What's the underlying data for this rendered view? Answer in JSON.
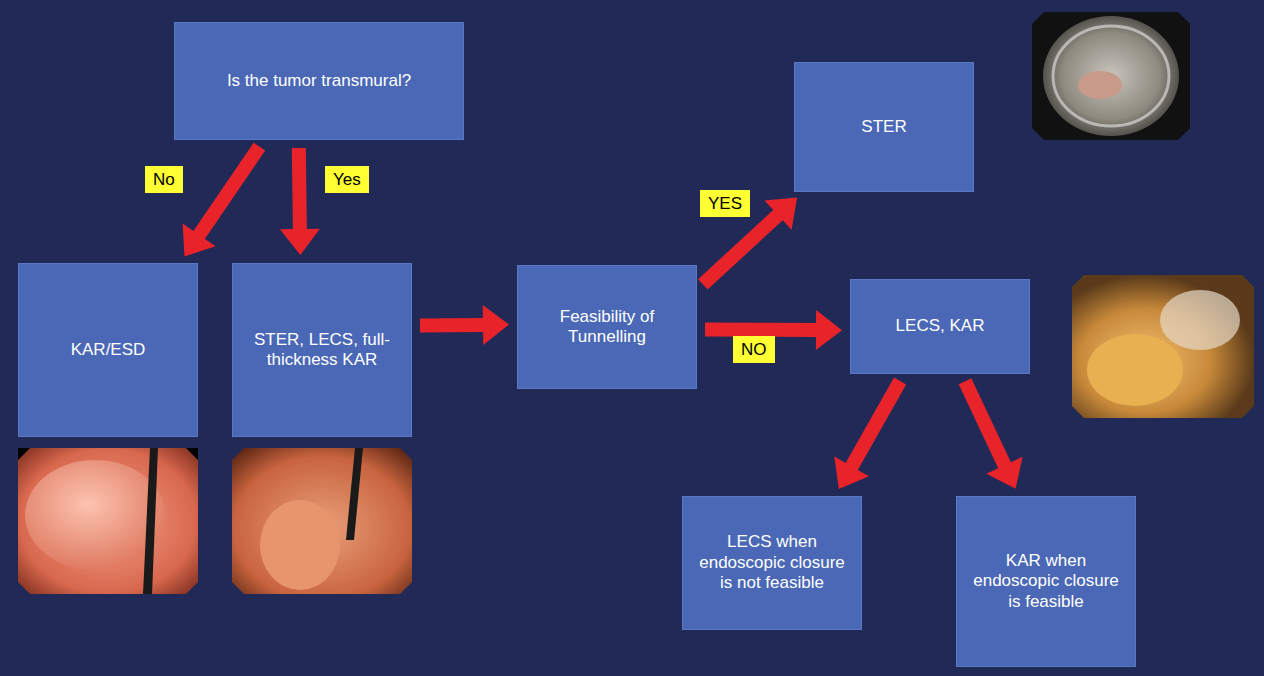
{
  "diagram": {
    "nodes": [
      {
        "text": [
          "Is the tumor transmural?"
        ]
      },
      {
        "text": [
          "KAR/ESD"
        ]
      },
      {
        "text": [
          "STER, LECS, full-thickness KAR"
        ]
      },
      {
        "text": [
          "Feasibility of Tunnelling"
        ]
      },
      {
        "text": [
          "STER"
        ]
      },
      {
        "text": [
          "LECS, KAR"
        ]
      },
      {
        "text": [
          "LECS when endoscopic closure is not feasible"
        ]
      },
      {
        "text": [
          "KAR when endoscopic closure is feasible"
        ]
      }
    ],
    "edges": [
      {
        "from": 0,
        "to": 1,
        "arrow": "to",
        "label": "No"
      },
      {
        "from": 0,
        "to": 2,
        "arrow": "to",
        "label": "Yes"
      },
      {
        "from": 2,
        "to": 3,
        "arrow": "to"
      },
      {
        "from": 3,
        "to": 4,
        "arrow": "to",
        "label": "YES"
      },
      {
        "from": 3,
        "to": 5,
        "arrow": "to",
        "label": "NO"
      },
      {
        "from": 5,
        "to": 6,
        "arrow": "to"
      },
      {
        "from": 5,
        "to": 7,
        "arrow": "to"
      }
    ]
  }
}
